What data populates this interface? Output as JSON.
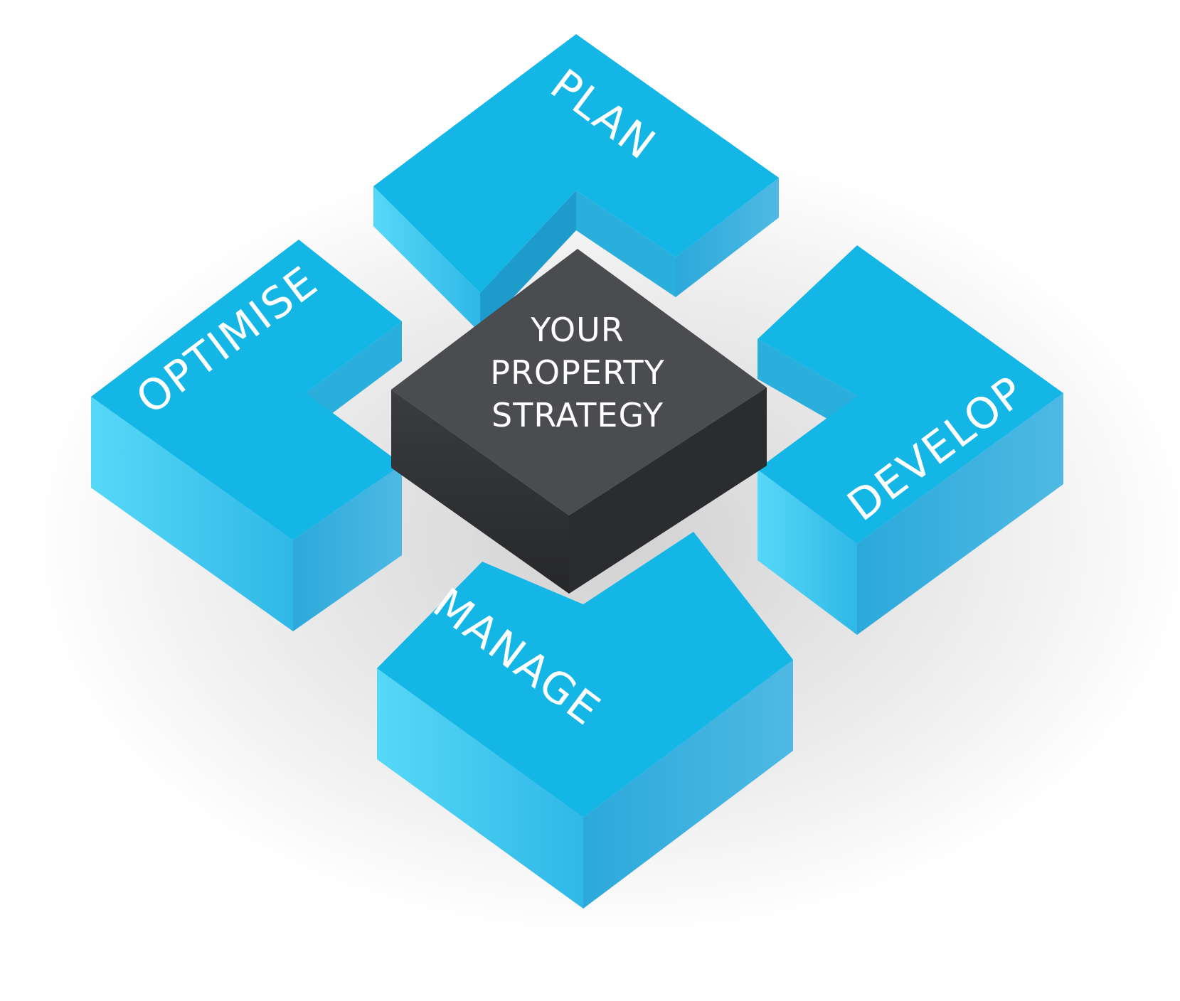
{
  "diagram": {
    "center": {
      "lines": [
        "YOUR",
        "PROPERTY",
        "STRATEGY"
      ]
    },
    "blocks": {
      "plan": {
        "label": "PLAN"
      },
      "develop": {
        "label": "DEVELOP"
      },
      "manage": {
        "label": "MANAGE"
      },
      "optimise": {
        "label": "OPTIMISE"
      }
    },
    "colors": {
      "block_top": "#13B6E4",
      "block_side_light": "#4FD3F7",
      "block_side_dark": "#1F9FCF",
      "center_top": "#4A4C50",
      "center_side": "#2F3135",
      "text": "#FFFFFF"
    }
  }
}
